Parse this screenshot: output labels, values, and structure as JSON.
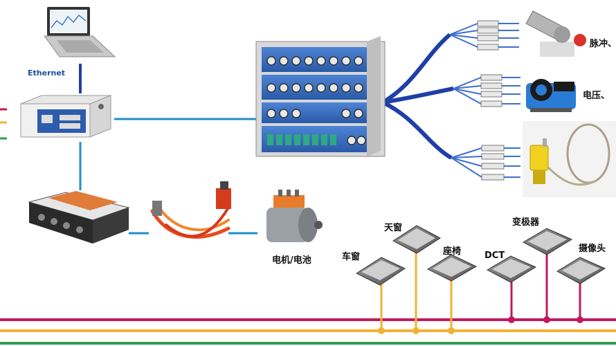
{
  "labels": {
    "ethernet": "Ethernet",
    "motor_battery": "电机/电池",
    "pulse": "脉冲、",
    "voltage": "电压、",
    "car_window": "车窗",
    "sunroof": "天窗",
    "seat": "座椅",
    "dct": "DCT",
    "inverter": "变极器",
    "camera": "摄像头"
  },
  "colors": {
    "bus_magenta": "#c2185b",
    "bus_yellow": "#f2b233",
    "bus_green": "#2e9e4f",
    "link_cyan": "#1e8fc8",
    "link_blue": "#1f3fa8",
    "module_blue": "#2f64b8",
    "ecu_gray": "#6f6f6f"
  },
  "icons": [
    "laptop-icon",
    "daq-controller-icon",
    "data-logger-icon",
    "cable-bundle-icon",
    "motor-icon",
    "module-stack-icon",
    "pulse-sensor-icon",
    "current-clamp-icon",
    "thermocouple-icon",
    "ecu-icon"
  ]
}
